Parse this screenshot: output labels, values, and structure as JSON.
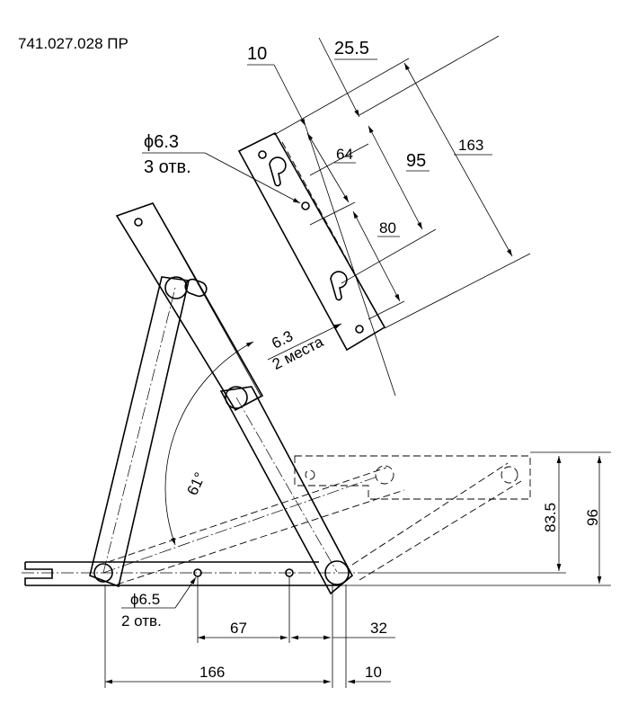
{
  "drawing_number": "741.027.028 ПР",
  "top_plate": {
    "dim_10": "10",
    "dim_25_5": "25.5",
    "dim_64": "64",
    "dim_95": "95",
    "dim_80": "80",
    "dim_163": "163",
    "hole_diameter": "ϕ6.3",
    "hole_count": "3 отв.",
    "slot_size": "6.3",
    "slot_count": "2 места"
  },
  "mechanism": {
    "angle": "61°",
    "dim_83_5": "83.5",
    "dim_96": "96",
    "hole_diameter": "ϕ6.5",
    "hole_count": "2 отв.",
    "dim_67": "67",
    "dim_32": "32",
    "dim_166": "166",
    "dim_10": "10"
  }
}
